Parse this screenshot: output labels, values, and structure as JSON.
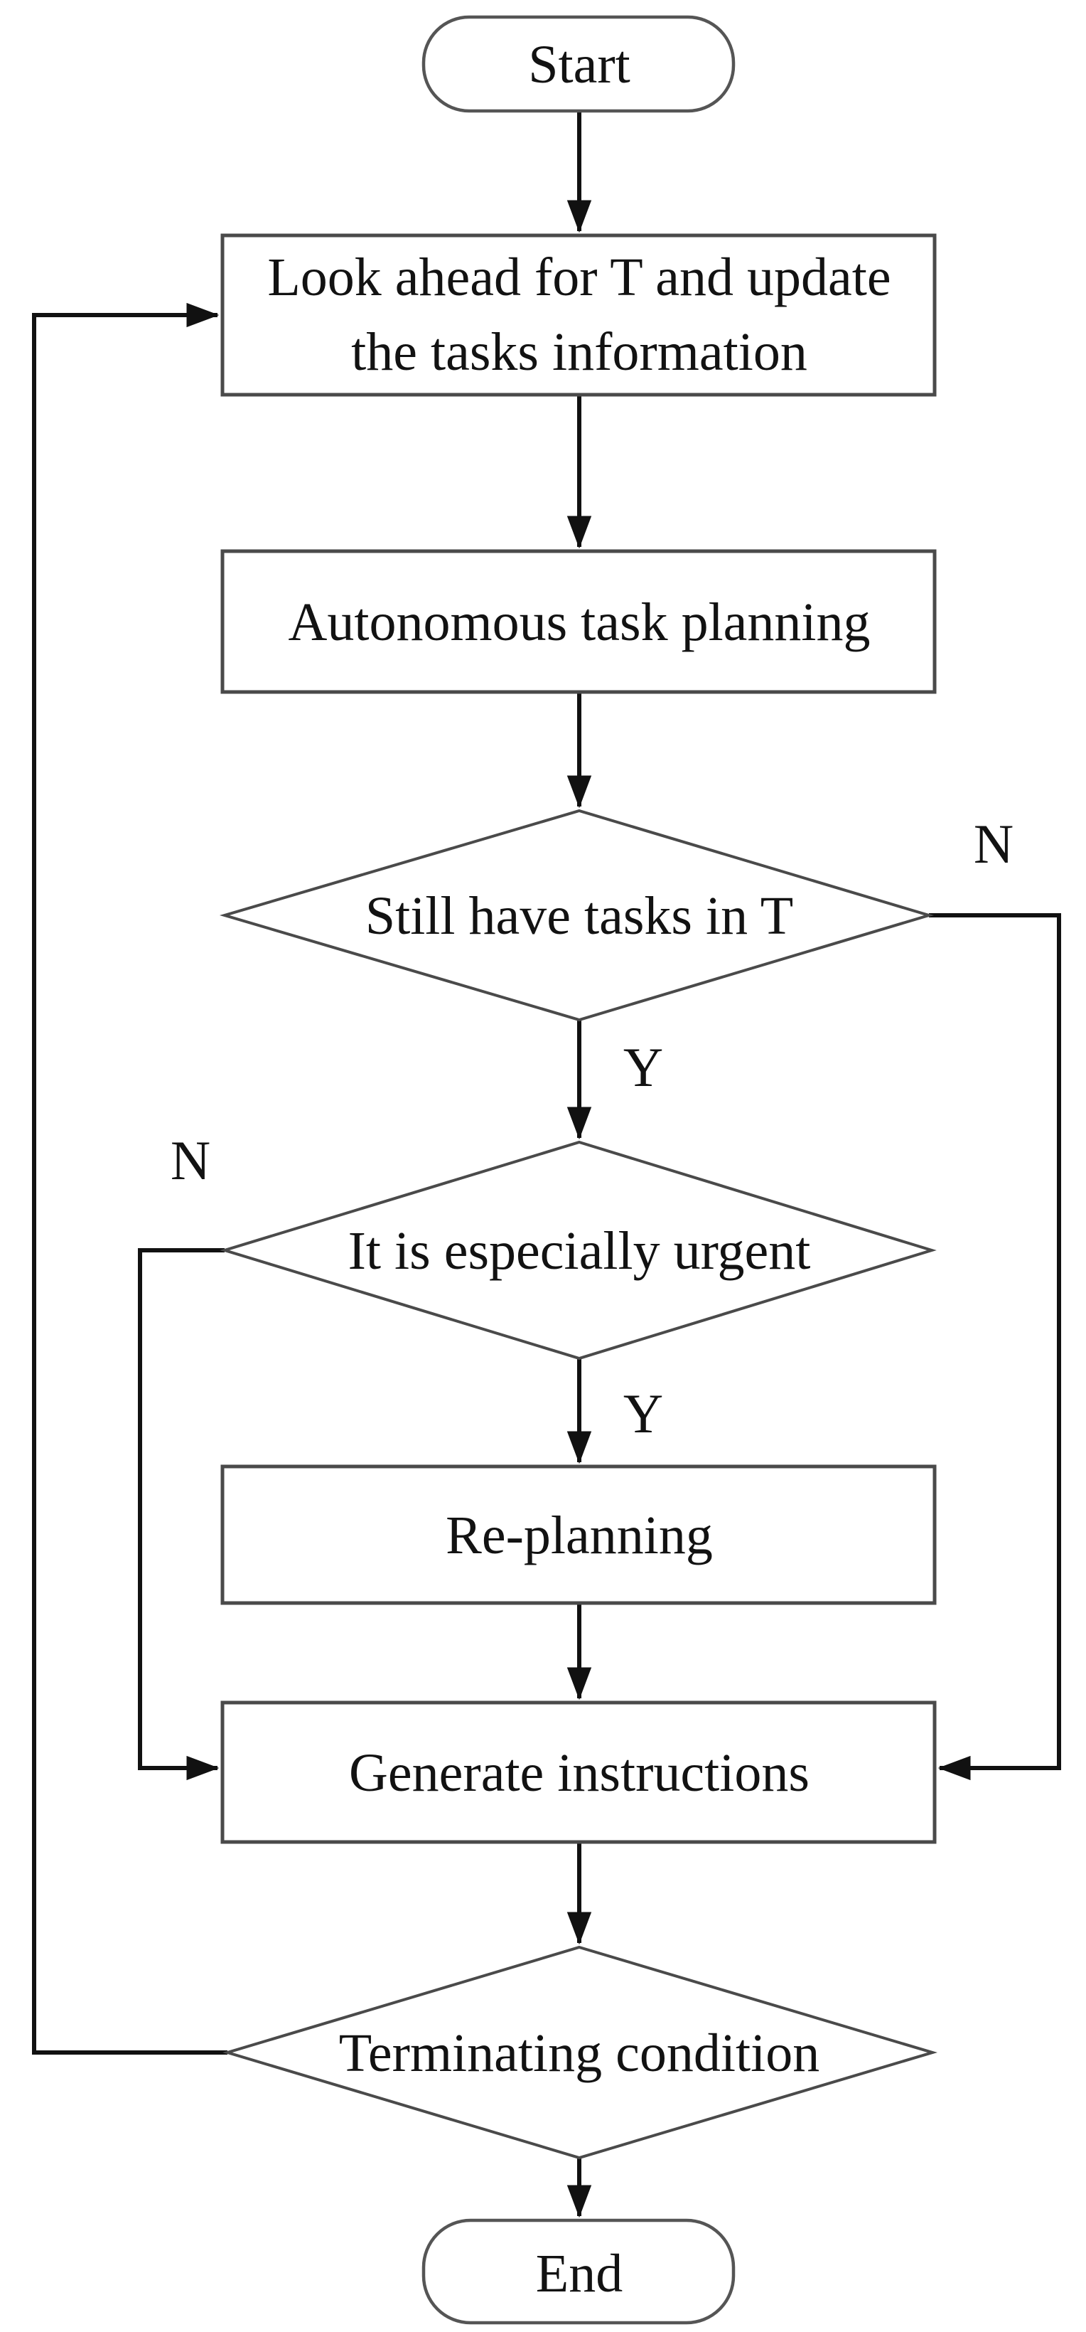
{
  "figure": {
    "type": "flowchart",
    "background": "#ffffff",
    "shape_stroke_color": "#4a4a4a",
    "line_color": "#111111",
    "text_color": "#121212",
    "nodes": {
      "start": {
        "type": "terminator",
        "label": "Start"
      },
      "look_ahead": {
        "type": "process",
        "label": "Look ahead for T and update the tasks information",
        "lines": [
          "Look ahead for T and update",
          "the tasks information"
        ]
      },
      "autonomous_planning": {
        "type": "process",
        "label": "Autonomous task planning"
      },
      "still_have_tasks": {
        "type": "decision",
        "label": "Still have tasks in T"
      },
      "especially_urgent": {
        "type": "decision",
        "label": "It is especially urgent"
      },
      "re_planning": {
        "type": "process",
        "label": "Re-planning"
      },
      "generate_instructions": {
        "type": "process",
        "label": "Generate instructions"
      },
      "terminating_condition": {
        "type": "decision",
        "label": "Terminating condition"
      },
      "end": {
        "type": "terminator",
        "label": "End"
      }
    },
    "edge_labels": {
      "still_have_tasks_no": "N",
      "still_have_tasks_yes": "Y",
      "especially_urgent_no": "N",
      "especially_urgent_yes": "Y"
    },
    "edges": [
      {
        "from": "start",
        "to": "look_ahead",
        "label": ""
      },
      {
        "from": "look_ahead",
        "to": "autonomous_planning",
        "label": ""
      },
      {
        "from": "autonomous_planning",
        "to": "still_have_tasks",
        "label": ""
      },
      {
        "from": "still_have_tasks",
        "to": "especially_urgent",
        "label": "Y"
      },
      {
        "from": "still_have_tasks",
        "to": "generate_instructions",
        "label": "N",
        "route": "right-side"
      },
      {
        "from": "especially_urgent",
        "to": "re_planning",
        "label": "Y"
      },
      {
        "from": "especially_urgent",
        "to": "generate_instructions",
        "label": "N",
        "route": "left-side"
      },
      {
        "from": "re_planning",
        "to": "generate_instructions",
        "label": ""
      },
      {
        "from": "generate_instructions",
        "to": "terminating_condition",
        "label": ""
      },
      {
        "from": "terminating_condition",
        "to": "look_ahead",
        "label": "",
        "route": "far-left-loop"
      },
      {
        "from": "terminating_condition",
        "to": "end",
        "label": ""
      }
    ]
  }
}
